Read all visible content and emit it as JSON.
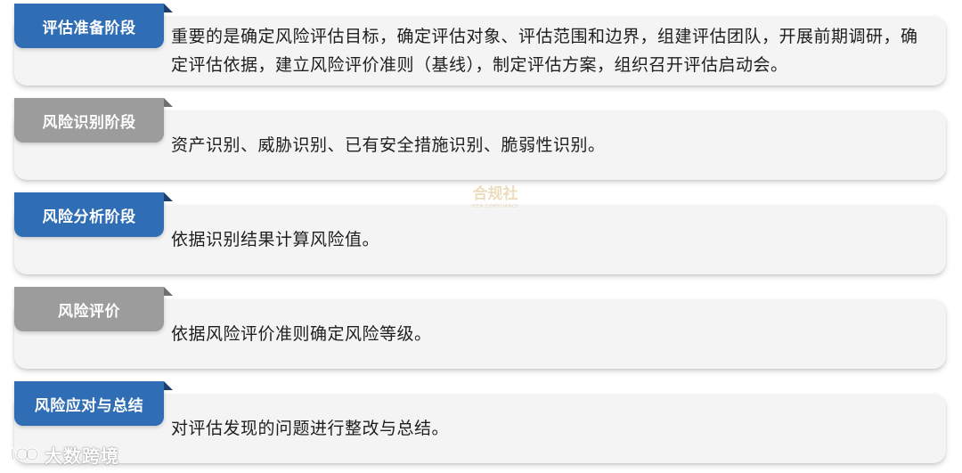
{
  "stages": [
    {
      "label": "评估准备阶段",
      "color": "blue",
      "text": "重要的是确定风险评估目标，确定评估对象、评估范围和边界，组建评估团队，开展前期调研，确定评估依据，建立风险评价准则（基线），制定评估方案，组织召开评估启动会。"
    },
    {
      "label": "风险识别阶段",
      "color": "gray",
      "text": "资产识别、威胁识别、已有安全措施识别、脆弱性识别。"
    },
    {
      "label": "风险分析阶段",
      "color": "blue",
      "text": "依据识别结果计算风险值。"
    },
    {
      "label": "风险评价",
      "color": "gray",
      "text": "依据风险评价准则确定风险等级。"
    },
    {
      "label": "风险应对与总结",
      "color": "blue",
      "text": "对评估发现的问题进行整改与总结。"
    }
  ],
  "watermark": {
    "main": "合规社",
    "sub": "IEEA COMPLIANCE"
  },
  "brand": {
    "name": "大数跨境"
  },
  "colors": {
    "blue_tag": "#2f6db5",
    "gray_tag": "#9c9c9c",
    "card_bg": "#f4f4f5",
    "text": "#1e1e1e"
  }
}
